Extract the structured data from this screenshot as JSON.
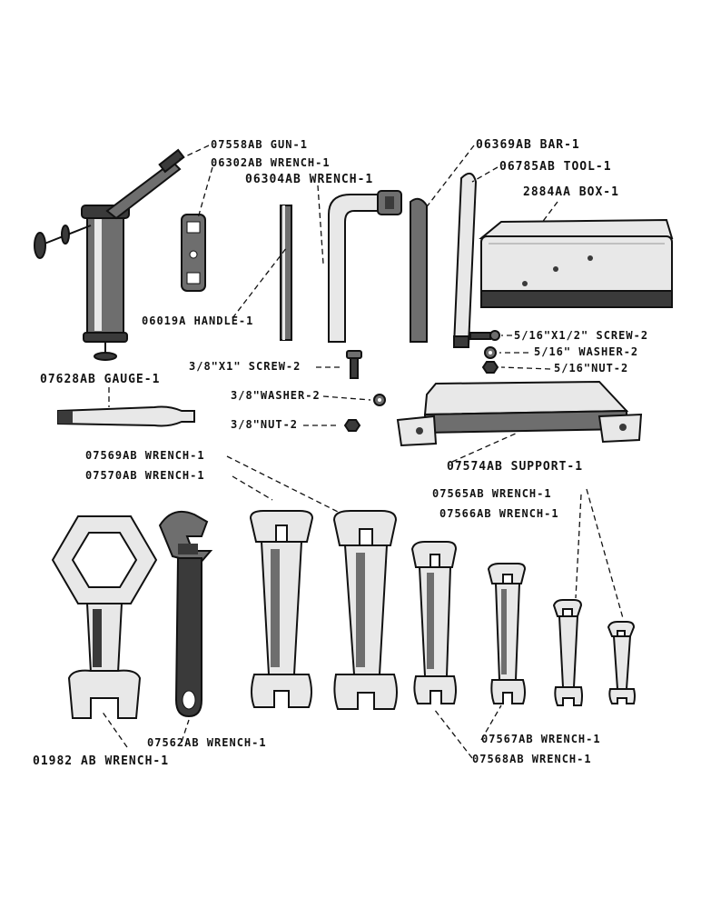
{
  "labels": {
    "gun": "07558AB GUN-1",
    "wrench_06302": "06302AB WRENCH-1",
    "wrench_06304": "06304AB WRENCH-1",
    "handle": "06019A HANDLE-1",
    "bar": "06369AB BAR-1",
    "tool": "06785AB TOOL-1",
    "box": "2884AA BOX-1",
    "screw_516": "5/16\"X1/2\" SCREW-2",
    "washer_516": "5/16\" WASHER-2",
    "nut_516": "5/16\"NUT-2",
    "screw_38": "3/8\"X1\" SCREW-2",
    "gauge": "07628AB GAUGE-1",
    "washer_38": "3/8\"WASHER-2",
    "nut_38": "3/8\"NUT-2",
    "wrench_07569": "07569AB WRENCH-1",
    "wrench_07570": "07570AB WRENCH-1",
    "support": "07574AB SUPPORT-1",
    "wrench_07565": "07565AB WRENCH-1",
    "wrench_07566": "07566AB WRENCH-1",
    "wrench_07562": "07562AB WRENCH-1",
    "wrench_01982": "01982 AB WRENCH-1",
    "wrench_07567": "07567AB WRENCH-1",
    "wrench_07568": "07568AB WRENCH-1"
  }
}
